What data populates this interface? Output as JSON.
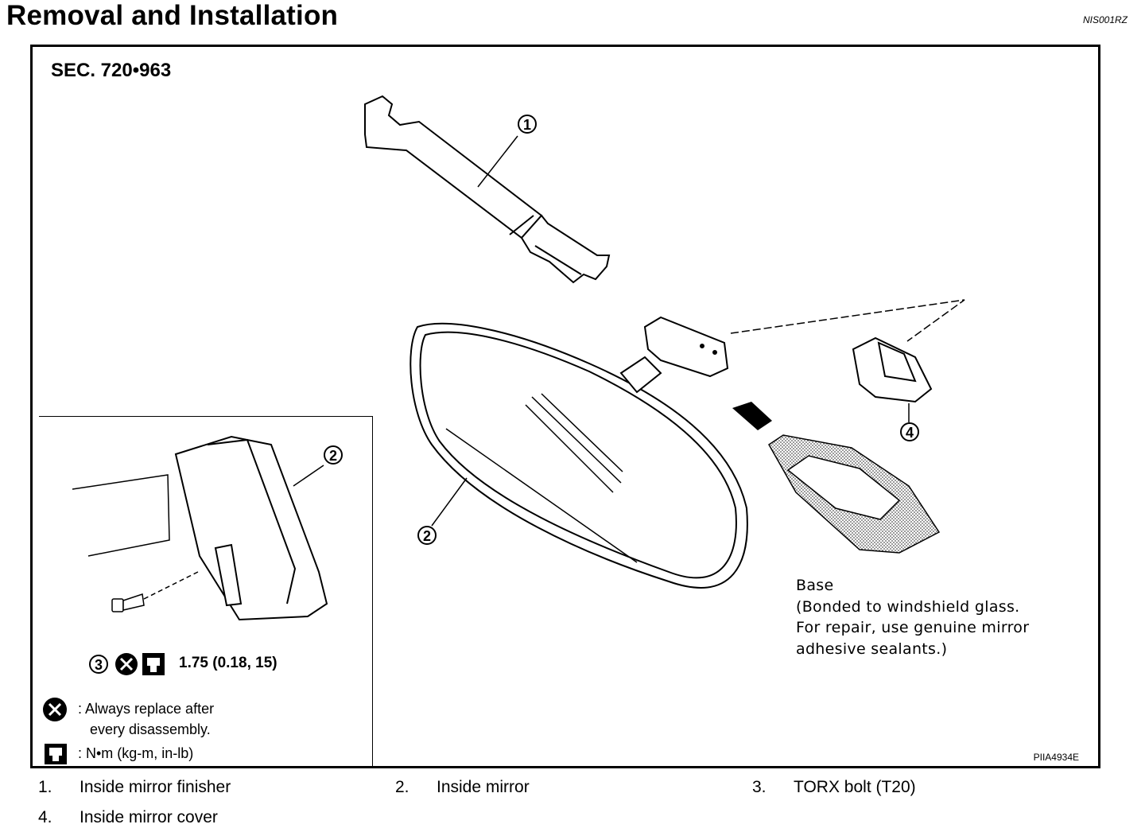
{
  "header": {
    "title": "Removal and Installation",
    "doc_id": "NIS001RZ"
  },
  "figure": {
    "section": "SEC. 720•963",
    "callouts": [
      "1",
      "2",
      "2",
      "3",
      "4"
    ],
    "torque_spec": "1.75  (0.18, 15)",
    "legend": {
      "replace_line1": ": Always replace after",
      "replace_line2": "every disassembly.",
      "torque_units": ":  N•m  (kg-m,  in-lb)"
    },
    "base_note": {
      "line1": "Base",
      "line2": "(Bonded to windshield glass.",
      "line3": "For repair, use genuine mirror",
      "line4": "adhesive sealants.)"
    },
    "figure_id": "PIIA4934E",
    "icons": [
      "replace-icon",
      "torque-wrench-icon"
    ]
  },
  "parts": [
    {
      "num": "1.",
      "name": "Inside mirror finisher"
    },
    {
      "num": "2.",
      "name": "Inside mirror"
    },
    {
      "num": "3.",
      "name": "TORX bolt (T20)"
    },
    {
      "num": "4.",
      "name": "Inside mirror cover"
    }
  ]
}
